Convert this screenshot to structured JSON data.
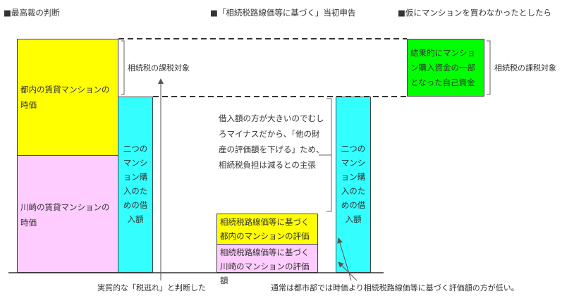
{
  "headers": {
    "left": "■最高裁の判断",
    "middle": "■「相続税路線価等に基づく」当初申告",
    "right": "■仮にマンションを買わなかったとしたら"
  },
  "left_column": {
    "tokyo_value": "都内の賃貸マンションの時価",
    "kawasaki_value": "川崎の賃貸マンションの時価",
    "loan": "二つのマンション購入のための借入額"
  },
  "inheritance_tax_target_left": "相続税の課税対象",
  "inheritance_tax_target_right": "相続税の課税対象",
  "middle_note": "借入額の方が大きいのでむしろマイナスだから、「他の財産の評価額を下げる」ため、相続税負担は減るとの主張",
  "middle_boxes": {
    "tokyo_assessed": "相続税路線価等に基づく都内のマンションの評価額",
    "kawasaki_assessed": "相続税路線価等に基づく川崎のマンションの評価額",
    "loan": "二つのマンション購入のための借入額"
  },
  "right_box": "結果的にマンション購入資金の一部となった自己資金",
  "footnotes": {
    "left": "実質的な「税逃れ」と判断した",
    "right": "通常は都市部では時価より相続税路線価等に基づく評価額の方が低い。"
  },
  "colors": {
    "yellow": "#ffff00",
    "pink": "#ffccff",
    "cyan": "#33ffff",
    "green": "#00ff00"
  }
}
